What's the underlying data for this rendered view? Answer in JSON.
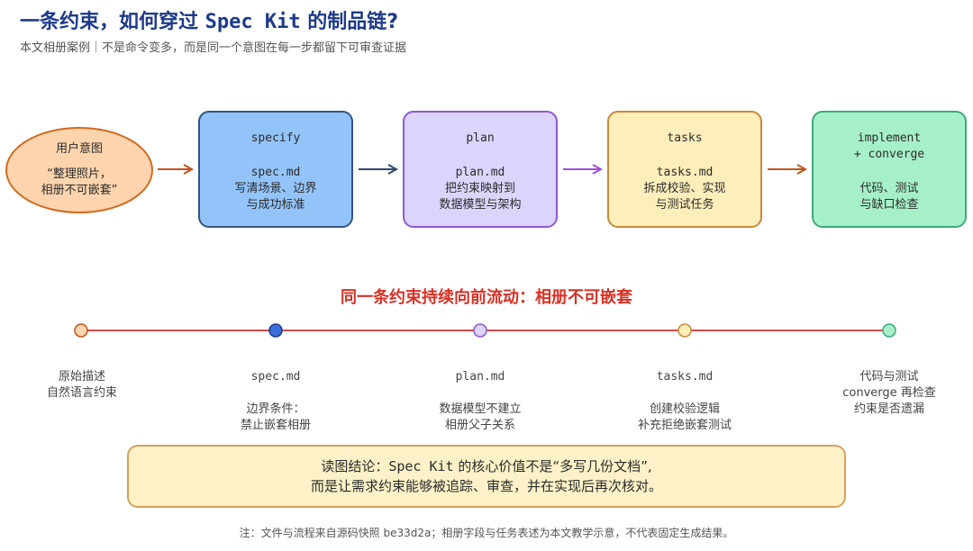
{
  "title": {
    "before": "一条约束，如何穿过 ",
    "code": "Spec Kit",
    "after": " 的制品链?"
  },
  "subtitle": "本文相册案例｜不是命令变多，而是同一个意图在每一步都留下可审查证据",
  "intent": {
    "title": "用户意图",
    "quote": "“整理照片，\n相册不可嵌套”"
  },
  "stages": [
    {
      "title": "specify",
      "file": "spec.md",
      "desc": "写清场景、边界\n与成功标准",
      "color": "#93c4f9"
    },
    {
      "title": "plan",
      "file": "plan.md",
      "desc": "把约束映射到\n数据模型与架构",
      "color": "#ddd4fb"
    },
    {
      "title": "tasks",
      "file": "tasks.md",
      "desc": "拆成校验、实现\n与测试任务",
      "color": "#fdeeba"
    },
    {
      "title": "implement\n+ converge",
      "file": "",
      "desc": "代码、测试\n与缺口检查",
      "color": "#a6f0c9"
    }
  ],
  "flow_heading": "同一条约束持续向前流动：相册不可嵌套",
  "timeline": [
    {
      "code": "",
      "text": "原始描述\n自然语言约束",
      "color": "#fdd4ad"
    },
    {
      "code": "spec.md",
      "text": "边界条件：\n禁止嵌套相册",
      "color": "#3b6fd9"
    },
    {
      "code": "plan.md",
      "text": "数据模型不建立\n相册父子关系",
      "color": "#ddd4fb"
    },
    {
      "code": "tasks.md",
      "text": "创建校验逻辑\n补充拒绝嵌套测试",
      "color": "#fdeeba"
    },
    {
      "code": "",
      "text": "代码与测试\nconverge 再检查\n约束是否遗漏",
      "color": "#a6f0c9"
    }
  ],
  "conclusion": {
    "line1_before": "读图结论：",
    "line1_code": "Spec Kit",
    "line1_after": " 的核心价值不是“多写几份文档”,",
    "line2": "而是让需求约束能够被追踪、审查，并在实现后再次核对。"
  },
  "footnote": "注：文件与流程来自源码快照 be33d2a；相册字段与任务表述为本文教学示意，不代表固定生成结果。",
  "colors": {
    "title": "#1e3a8a",
    "timeline_line": "#d94a4a",
    "flow_heading": "#d93025"
  }
}
